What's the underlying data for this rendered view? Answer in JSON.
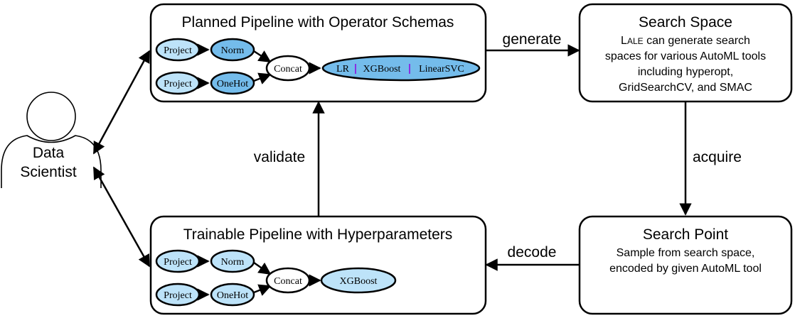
{
  "actor": {
    "line1": "Data",
    "line2": "Scientist"
  },
  "planned": {
    "title": "Planned Pipeline with Operator Schemas",
    "project1": "Project",
    "norm": "Norm",
    "project2": "Project",
    "onehot": "OneHot",
    "concat": "Concat",
    "choice": {
      "lr": "LR",
      "sep1": "|",
      "xgb": "XGBoost",
      "sep2": "|",
      "svc": "LinearSVC"
    }
  },
  "trainable": {
    "title": "Trainable Pipeline with Hyperparameters",
    "project1": "Project",
    "norm": "Norm",
    "project2": "Project",
    "onehot": "OneHot",
    "concat": "Concat",
    "xgb": "XGBoost"
  },
  "search_space": {
    "title": "Search Space",
    "lale_cap": "L",
    "lale_rest": "ALE",
    "line1_rest": " can generate search",
    "line2": "spaces for various AutoML tools",
    "line3": "including hyperopt,",
    "line4": "GridSearchCV, and SMAC"
  },
  "search_point": {
    "title": "Search Point",
    "line1": "Sample from search space,",
    "line2": "encoded by given AutoML tool"
  },
  "edges": {
    "generate": "generate",
    "acquire": "acquire",
    "decode": "decode",
    "validate": "validate"
  },
  "colors": {
    "light_node": "#BDE3F9",
    "dark_node": "#74BCEB",
    "choice_node": "#74BCEB",
    "separator": "#8A2BE2",
    "stroke": "#000000"
  }
}
